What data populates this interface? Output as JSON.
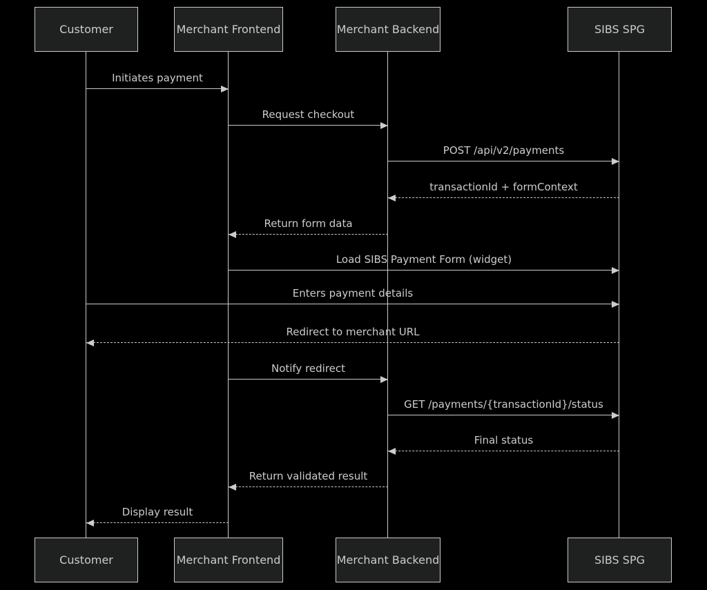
{
  "diagram": {
    "type": "sequence",
    "actors": [
      {
        "id": "customer",
        "name": "Customer"
      },
      {
        "id": "merchant-frontend",
        "name": "Merchant Frontend"
      },
      {
        "id": "merchant-backend",
        "name": "Merchant Backend"
      },
      {
        "id": "sibs-spg",
        "name": "SIBS SPG"
      }
    ],
    "messages": [
      {
        "from": "Customer",
        "to": "Merchant Frontend",
        "label": "Initiates payment",
        "line": "solid",
        "direction": "right"
      },
      {
        "from": "Merchant Frontend",
        "to": "Merchant Backend",
        "label": "Request checkout",
        "line": "solid",
        "direction": "right"
      },
      {
        "from": "Merchant Backend",
        "to": "SIBS SPG",
        "label": "POST /api/v2/payments",
        "line": "solid",
        "direction": "right"
      },
      {
        "from": "SIBS SPG",
        "to": "Merchant Backend",
        "label": "transactionId + formContext",
        "line": "dashed",
        "direction": "left"
      },
      {
        "from": "Merchant Backend",
        "to": "Merchant Frontend",
        "label": "Return form data",
        "line": "dashed",
        "direction": "left"
      },
      {
        "from": "Merchant Frontend",
        "to": "SIBS SPG",
        "label": "Load SIBS Payment Form (widget)",
        "line": "solid",
        "direction": "right"
      },
      {
        "from": "Customer",
        "to": "SIBS SPG",
        "label": "Enters payment details",
        "line": "solid",
        "direction": "right"
      },
      {
        "from": "SIBS SPG",
        "to": "Customer",
        "label": "Redirect to merchant URL",
        "line": "dashed",
        "direction": "left"
      },
      {
        "from": "Merchant Frontend",
        "to": "Merchant Backend",
        "label": "Notify redirect",
        "line": "solid",
        "direction": "right"
      },
      {
        "from": "Merchant Backend",
        "to": "SIBS SPG",
        "label": "GET /payments/{transactionId}/status",
        "line": "solid",
        "direction": "right"
      },
      {
        "from": "SIBS SPG",
        "to": "Merchant Backend",
        "label": "Final status",
        "line": "dashed",
        "direction": "left"
      },
      {
        "from": "Merchant Backend",
        "to": "Merchant Frontend",
        "label": "Return validated result",
        "line": "dashed",
        "direction": "left"
      },
      {
        "from": "Merchant Frontend",
        "to": "Customer",
        "label": "Display result",
        "line": "dashed",
        "direction": "left"
      }
    ],
    "colors": {
      "background": "#000000",
      "actor_fill": "#1f2020",
      "actor_border": "#cccccc",
      "line": "#cccccc",
      "text": "#cccccc"
    }
  }
}
